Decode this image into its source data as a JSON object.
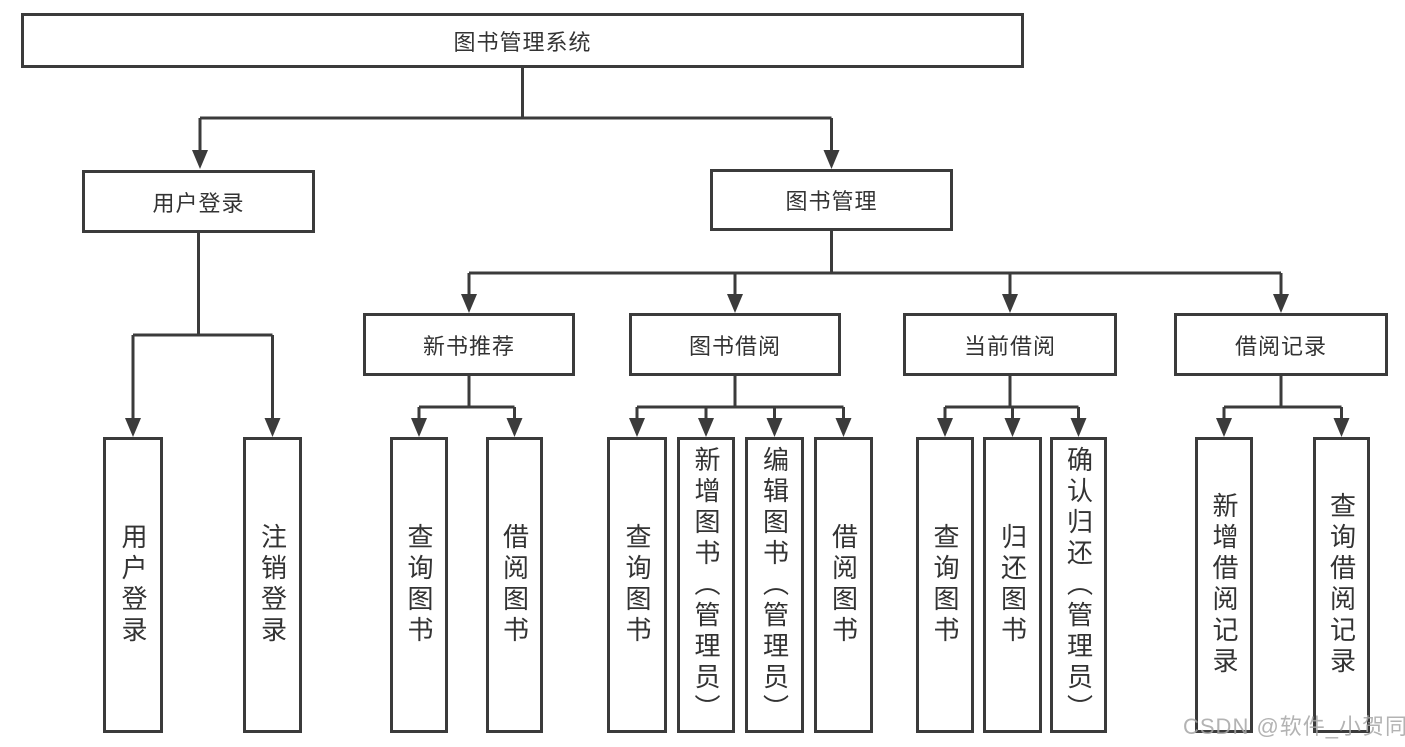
{
  "colors": {
    "line": "#3b3b3b",
    "box_border": "#3b3b3b",
    "text": "#333333",
    "background": "#ffffff",
    "watermark": "#a6a6a6"
  },
  "tree": {
    "root": {
      "label": "图书管理系统"
    },
    "branches": [
      {
        "label": "用户登录",
        "children": [
          {
            "label": "用户登录"
          },
          {
            "label": "注销登录"
          }
        ]
      },
      {
        "label": "图书管理",
        "sections": [
          {
            "label": "新书推荐",
            "children": [
              {
                "label": "查询图书"
              },
              {
                "label": "借阅图书"
              }
            ]
          },
          {
            "label": "图书借阅",
            "children": [
              {
                "label": "查询图书"
              },
              {
                "label": "新增图书（管理员）"
              },
              {
                "label": "编辑图书（管理员）"
              },
              {
                "label": "借阅图书"
              }
            ]
          },
          {
            "label": "当前借阅",
            "children": [
              {
                "label": "查询图书"
              },
              {
                "label": "归还图书"
              },
              {
                "label": "确认归还（管理员）"
              }
            ]
          },
          {
            "label": "借阅记录",
            "children": [
              {
                "label": "新增借阅记录"
              },
              {
                "label": "查询借阅记录"
              }
            ]
          }
        ]
      }
    ]
  },
  "watermark": {
    "text": "CSDN @软件_小贺同学"
  }
}
